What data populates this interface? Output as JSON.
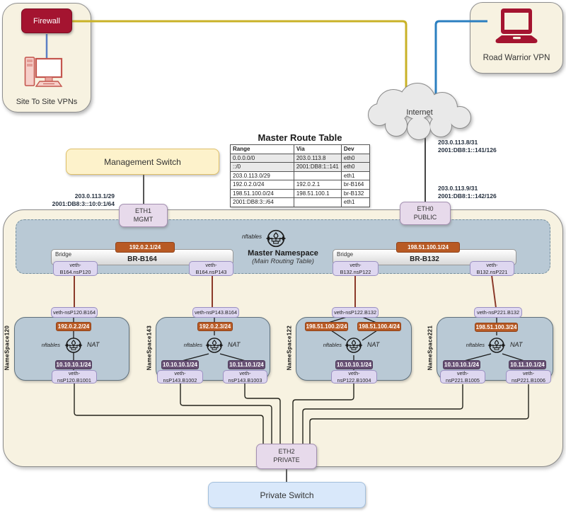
{
  "site_to_site": {
    "firewall": "Firewall",
    "label": "Site To Site VPNs"
  },
  "road_warrior": {
    "label": "Road Warrior VPN"
  },
  "internet": {
    "label": "Internet"
  },
  "management_switch": {
    "label": "Management Switch"
  },
  "private_switch": {
    "label": "Private Switch"
  },
  "route_table": {
    "title": "Master Route Table",
    "headers": [
      "Range",
      "Via",
      "Dev"
    ],
    "rows": [
      [
        "0.0.0.0/0",
        "203.0.113.8",
        "eth0"
      ],
      [
        "::/0",
        "2001:DB8:1::141",
        "eth0"
      ],
      [
        "203.0.113.0/29",
        "",
        "eth1"
      ],
      [
        "192.0.2.0/24",
        "192.0.2.1",
        "br-B164"
      ],
      [
        "198.51.100.0/24",
        "198.51.100.1",
        "br-B132"
      ],
      [
        "2001:DB8:3::/64",
        "",
        "eth1"
      ]
    ]
  },
  "ip_labels": {
    "mgmt_line1": "203.0.113.1/29",
    "mgmt_line2": "2001:DB8:3::10:0:1/64",
    "wan_upper_line1": "203.0.113.8/31",
    "wan_upper_line2": "2001:DB8:1::141/126",
    "wan_lower_line1": "203.0.113.9/31",
    "wan_lower_line2": "2001:DB8:1::142/126"
  },
  "ports": {
    "eth1_line1": "ETH1",
    "eth1_line2": "MGMT",
    "eth0_line1": "ETH0",
    "eth0_line2": "PUBLIC",
    "eth2_line1": "ETH2",
    "eth2_line2": "PRIVATE"
  },
  "master_namespace": {
    "nftables_label": "nftables",
    "title": "Master Namespace",
    "subtitle": "(Main Routing Table)",
    "bridges": [
      {
        "tag": "Bridge",
        "name": "BR-B164",
        "ip": "192.0.2.1/24",
        "veth_left_l1": "veth-",
        "veth_left_l2": "B164.nsP120",
        "veth_right_l1": "veth-",
        "veth_right_l2": "B164.nsP143"
      },
      {
        "tag": "Bridge",
        "name": "BR-B132",
        "ip": "198.51.100.1/24",
        "veth_left_l1": "veth-",
        "veth_left_l2": "B132.nsP122",
        "veth_right_l1": "veth-",
        "veth_right_l2": "B132.nsP221"
      }
    ]
  },
  "namespaces": [
    {
      "label": "NameSpace120",
      "top_veth": "veth-nsP120.B164",
      "nftables_label": "nftables",
      "nat_label": "NAT",
      "wan_ip": "192.0.2.2/24",
      "lan_ip": "10.10.10.1/24",
      "bottom_veth_l1": "veth-",
      "bottom_veth_l2": "nsP120.B1001"
    },
    {
      "label": "NameSpace143",
      "top_veth": "veth-nsP143.B164",
      "nftables_label": "nftables",
      "nat_label": "NAT",
      "wan_ip": "192.0.2.3/24",
      "lan_ip_left": "10.10.10.1/24",
      "lan_ip_right": "10.11.10.1/24",
      "bottom_veth_left_l1": "veth-",
      "bottom_veth_left_l2": "nsP143.B1002",
      "bottom_veth_right_l1": "veth-",
      "bottom_veth_right_l2": "nsP143.B1003"
    },
    {
      "label": "NameSpace122",
      "top_veth": "veth-nsP122.B132",
      "nftables_label": "nftables",
      "nat_label": "NAT",
      "wan_ip_left": "198.51.100.2/24",
      "wan_ip_right": "198.51.100.4/24",
      "lan_ip": "10.10.10.1/24",
      "bottom_veth_l1": "veth-",
      "bottom_veth_l2": "nsP122.B1004"
    },
    {
      "label": "NameSpace221",
      "top_veth": "veth-nsP221.B132",
      "nftables_label": "nftables",
      "nat_label": "NAT",
      "wan_ip": "198.51.100.3/24",
      "lan_ip_left": "10.10.10.1/24",
      "lan_ip_right": "10.11.10.1/24",
      "bottom_veth_left_l1": "veth-",
      "bottom_veth_left_l2": "nsP221.B1005",
      "bottom_veth_right_l1": "veth-",
      "bottom_veth_right_l2": "nsP221.B1006"
    }
  ],
  "colors": {
    "firewall_red": "#a41430",
    "orange_badge": "#b85a24",
    "purple_badge": "#675074",
    "yellow_line": "#c9b227",
    "blue_line": "#2b7fc0",
    "brown_line": "#8b3a2a",
    "namespace_fill": "#b9c9d5",
    "container_fill": "#f7f2e1"
  }
}
